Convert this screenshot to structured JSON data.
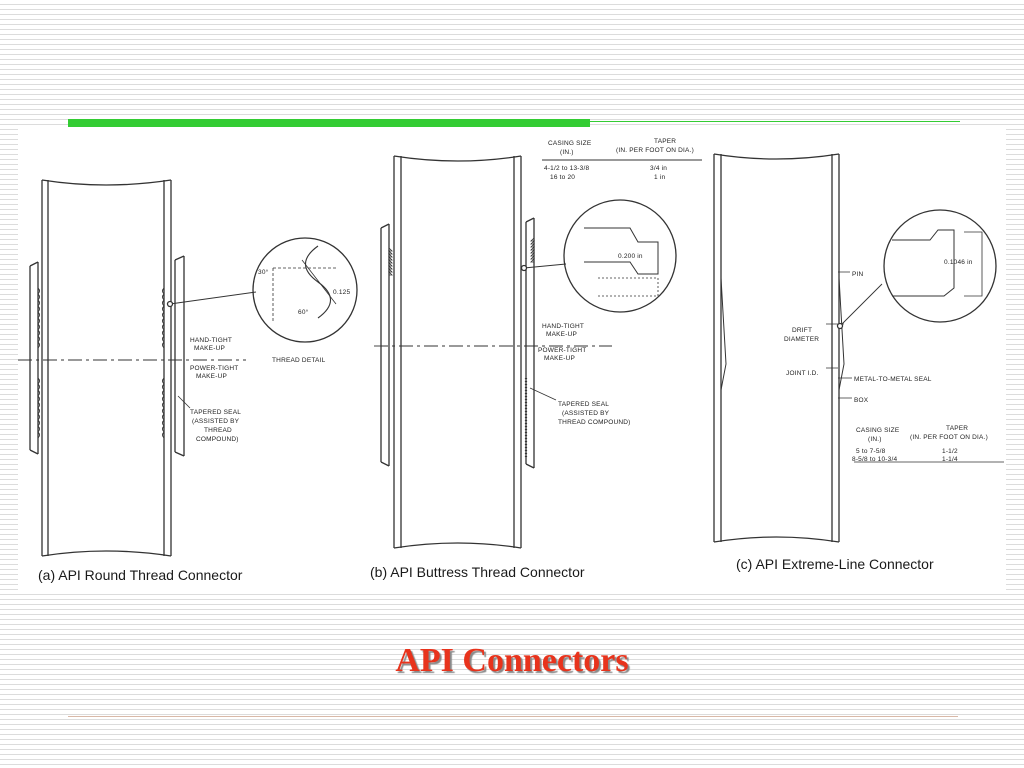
{
  "slide": {
    "title": "API Connectors"
  },
  "figure": {
    "round": {
      "caption": "(a) API Round Thread Connector",
      "detail_label": "THREAD DETAIL",
      "detail_values": [
        "30°",
        "60°",
        "0.125"
      ],
      "hand_tight": [
        "HAND-TIGHT",
        "MAKE-UP"
      ],
      "power_tight": [
        "POWER-TIGHT",
        "MAKE-UP"
      ],
      "seal": [
        "TAPERED SEAL",
        "(ASSISTED BY",
        "THREAD",
        "COMPOUND)"
      ]
    },
    "buttress": {
      "caption": "(b) API Buttress Thread Connector",
      "table_headers": [
        [
          "CASING SIZE",
          "(IN.)"
        ],
        [
          "TAPER",
          "(IN. PER FOOT ON DIA.)"
        ]
      ],
      "table_rows": [
        [
          "4-1/2 to 13-3/8",
          "3/4 in"
        ],
        [
          "16 to 20",
          "1 in"
        ]
      ],
      "detail_value": "0.200 in",
      "hand_tight": [
        "HAND-TIGHT",
        "MAKE-UP"
      ],
      "power_tight": [
        "POWER-TIGHT",
        "MAKE-UP"
      ],
      "seal": [
        "TAPERED SEAL",
        "(ASSISTED BY",
        "THREAD COMPOUND)"
      ]
    },
    "extreme": {
      "caption": "(c) API Extreme-Line Connector",
      "pin": "PIN",
      "drift": [
        "DRIFT",
        "DIAMETER"
      ],
      "joint": "JOINT I.D.",
      "seal": "METAL-TO-METAL SEAL",
      "box": "BOX",
      "detail_value": "0.1046 in",
      "table_headers": [
        [
          "CASING SIZE",
          "(IN.)"
        ],
        [
          "TAPER",
          "(IN. PER FOOT ON DIA.)"
        ]
      ],
      "table_rows": [
        [
          "5 to 7-5/8",
          "1-1/2"
        ],
        [
          "8-5/8 to 10-3/4",
          "1-1/4"
        ]
      ]
    }
  }
}
